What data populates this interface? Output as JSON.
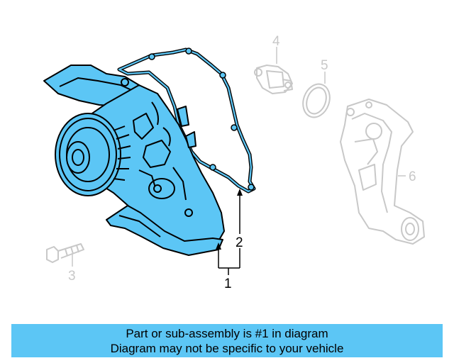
{
  "diagram": {
    "callouts": [
      "1",
      "2",
      "3",
      "4",
      "5",
      "6"
    ],
    "highlight_color": "#5cc6f5",
    "ghost_color": "#c8c8c8",
    "line_color": "#000000"
  },
  "banner": {
    "line1": "Part or sub-assembly is #1 in diagram",
    "line2": "Diagram may not be specific to your vehicle",
    "background": "#5cc6f5"
  }
}
